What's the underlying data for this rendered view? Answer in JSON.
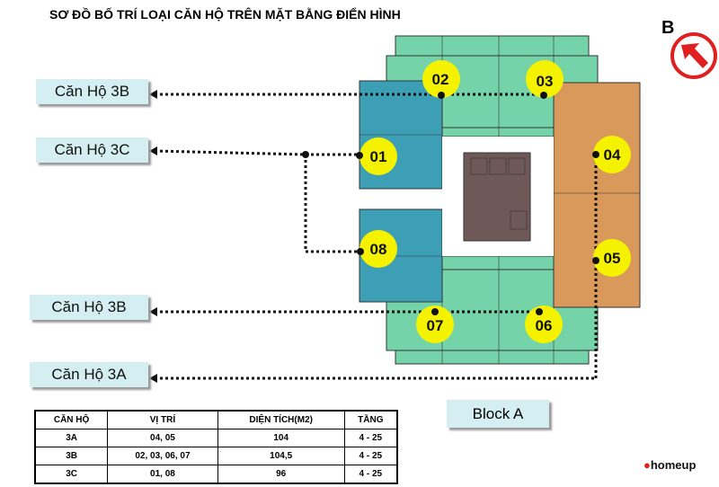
{
  "title": "SƠ ĐỒ BỐ TRÍ LOẠI CĂN HỘ TRÊN MẶT BẰNG ĐIỂN HÌNH",
  "labels": {
    "top_3b": "Căn Hộ 3B",
    "c3c": "Căn Hộ 3C",
    "bottom_3b": "Căn Hộ 3B",
    "a3a": "Căn Hộ 3A"
  },
  "units": {
    "u01": "01",
    "u02": "02",
    "u03": "03",
    "u04": "04",
    "u05": "05",
    "u06": "06",
    "u07": "07",
    "u08": "08"
  },
  "compass": {
    "letter": "B"
  },
  "block": "Block A",
  "table": {
    "headers": [
      "CĂN HỘ",
      "VỊ TRÍ",
      "DIỆN TÍCH(M2)",
      "TẦNG"
    ],
    "rows": [
      [
        "3A",
        "04, 05",
        "104",
        "4 - 25"
      ],
      [
        "3B",
        "02, 03, 06, 07",
        "104,5",
        "4 - 25"
      ],
      [
        "3C",
        "01, 08",
        "96",
        "4 - 25"
      ]
    ]
  },
  "logo": "homeup",
  "colors": {
    "green": "#74d3a9",
    "blue": "#3d9fb6",
    "orange": "#d9995b",
    "core": "#6e5858",
    "marker": "#f5f200"
  }
}
